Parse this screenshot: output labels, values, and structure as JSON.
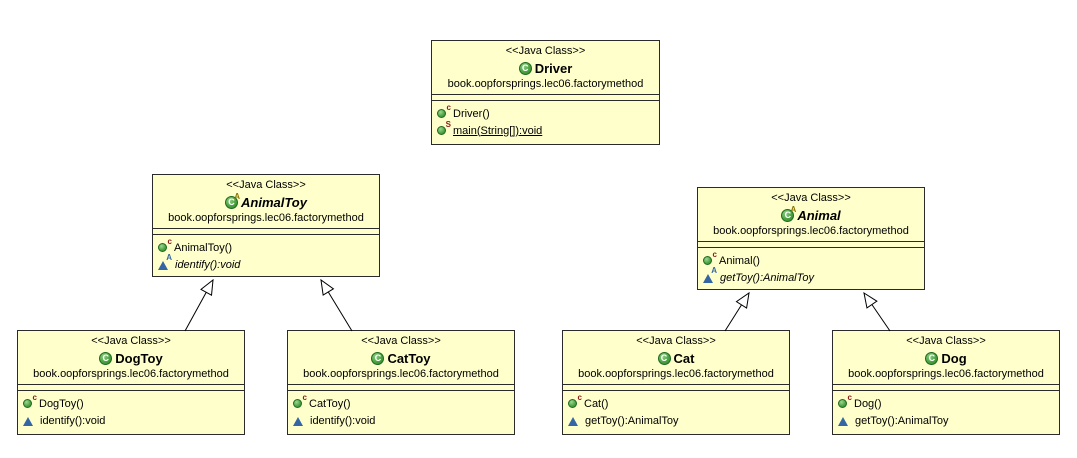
{
  "diagram": {
    "type": "uml-class-diagram",
    "background_color": "#FFFFFF",
    "box_fill_color": "#FFFFCC",
    "box_border_color": "#2B2B2B",
    "class_icon_color": "#4AA241",
    "triangle_icon_color": "#3465A4",
    "constructor_decorator_color": "#8B1A1A",
    "abstract_class_decorator_color": "#8A7000"
  },
  "icons": {
    "class_letter": "C",
    "abstract_letter": "A",
    "constructor_letter": "c",
    "static_letter": "S"
  },
  "classes": [
    {
      "stereotype": "<<Java Class>>",
      "name": "Driver",
      "abstract": false,
      "package": "book.oopforsprings.lec06.factorymethod",
      "methods": [
        {
          "label": "Driver()",
          "kind": "constructor"
        },
        {
          "label": "main(String[]):void",
          "kind": "public-static",
          "static": true
        }
      ]
    },
    {
      "stereotype": "<<Java Class>>",
      "name": "AnimalToy",
      "abstract": true,
      "package": "book.oopforsprings.lec06.factorymethod",
      "methods": [
        {
          "label": "AnimalToy()",
          "kind": "constructor"
        },
        {
          "label": "identify():void",
          "kind": "package-abstract",
          "abstract": true
        }
      ]
    },
    {
      "stereotype": "<<Java Class>>",
      "name": "Animal",
      "abstract": true,
      "package": "book.oopforsprings.lec06.factorymethod",
      "methods": [
        {
          "label": "Animal()",
          "kind": "constructor"
        },
        {
          "label": "getToy():AnimalToy",
          "kind": "package-abstract",
          "abstract": true
        }
      ]
    },
    {
      "stereotype": "<<Java Class>>",
      "name": "DogToy",
      "abstract": false,
      "package": "book.oopforsprings.lec06.factorymethod",
      "methods": [
        {
          "label": "DogToy()",
          "kind": "constructor"
        },
        {
          "label": "identify():void",
          "kind": "package"
        }
      ]
    },
    {
      "stereotype": "<<Java Class>>",
      "name": "CatToy",
      "abstract": false,
      "package": "book.oopforsprings.lec06.factorymethod",
      "methods": [
        {
          "label": "CatToy()",
          "kind": "constructor"
        },
        {
          "label": "identify():void",
          "kind": "package"
        }
      ]
    },
    {
      "stereotype": "<<Java Class>>",
      "name": "Cat",
      "abstract": false,
      "package": "book.oopforsprings.lec06.factorymethod",
      "methods": [
        {
          "label": "Cat()",
          "kind": "constructor"
        },
        {
          "label": "getToy():AnimalToy",
          "kind": "package"
        }
      ]
    },
    {
      "stereotype": "<<Java Class>>",
      "name": "Dog",
      "abstract": false,
      "package": "book.oopforsprings.lec06.factorymethod",
      "methods": [
        {
          "label": "Dog()",
          "kind": "constructor"
        },
        {
          "label": "getToy():AnimalToy",
          "kind": "package"
        }
      ]
    }
  ],
  "relations": [
    {
      "type": "generalization",
      "from": "DogToy",
      "to": "AnimalToy"
    },
    {
      "type": "generalization",
      "from": "CatToy",
      "to": "AnimalToy"
    },
    {
      "type": "generalization",
      "from": "Cat",
      "to": "Animal"
    },
    {
      "type": "generalization",
      "from": "Dog",
      "to": "Animal"
    }
  ]
}
